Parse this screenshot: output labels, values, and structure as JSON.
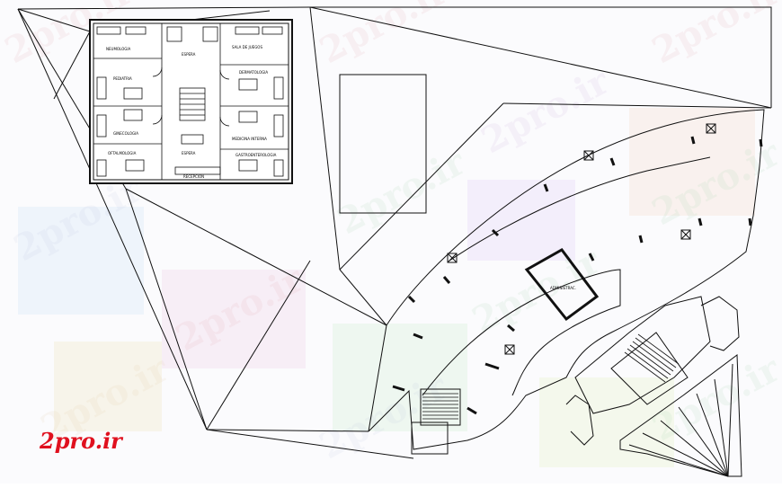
{
  "watermark": {
    "text": "2pro.ir",
    "brand_text": "2pro.ir",
    "brand_color": "#e0101e"
  },
  "plan": {
    "rooms": {
      "r1": "NEUMOLOGIA",
      "r2": "SALA DE JUEGOS",
      "r3": "ESPERA",
      "r4": "PEDIATRIA",
      "r5": "DERMATOLOGIA",
      "r6": "GINECOLOGIA",
      "r7": "MEDICINA INTERNA",
      "r8": "ESPERA",
      "r9": "OFTALMOLOGIA",
      "r10": "GASTROENTEROLOGIA",
      "r11": "RECEPCION"
    },
    "site_label": "ADMINISTRAC."
  }
}
